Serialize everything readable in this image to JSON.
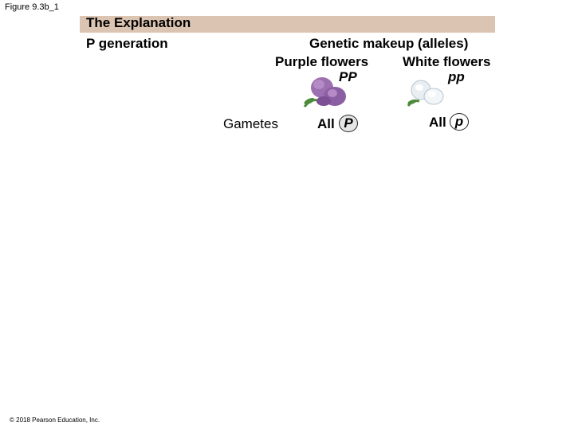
{
  "figure_label": "Figure 9.3b_1",
  "title": "The Explanation",
  "generation_label": "P generation",
  "genetic_header": "Genetic makeup (alleles)",
  "parents": {
    "purple": {
      "label": "Purple flowers",
      "genotype": "PP",
      "color": "#9b6fb0"
    },
    "white": {
      "label": "White flowers",
      "genotype": "pp",
      "color": "#e8eef2"
    }
  },
  "gametes": {
    "label": "Gametes",
    "purple": {
      "prefix": "All",
      "allele": "P"
    },
    "white": {
      "prefix": "All",
      "allele": "p"
    }
  },
  "copyright": "© 2018 Pearson Education, Inc.",
  "colors": {
    "title_bar": "#dcc4b2",
    "leaf": "#4d8a3a"
  },
  "icons": [
    "purple-flower-icon",
    "white-flower-icon"
  ]
}
